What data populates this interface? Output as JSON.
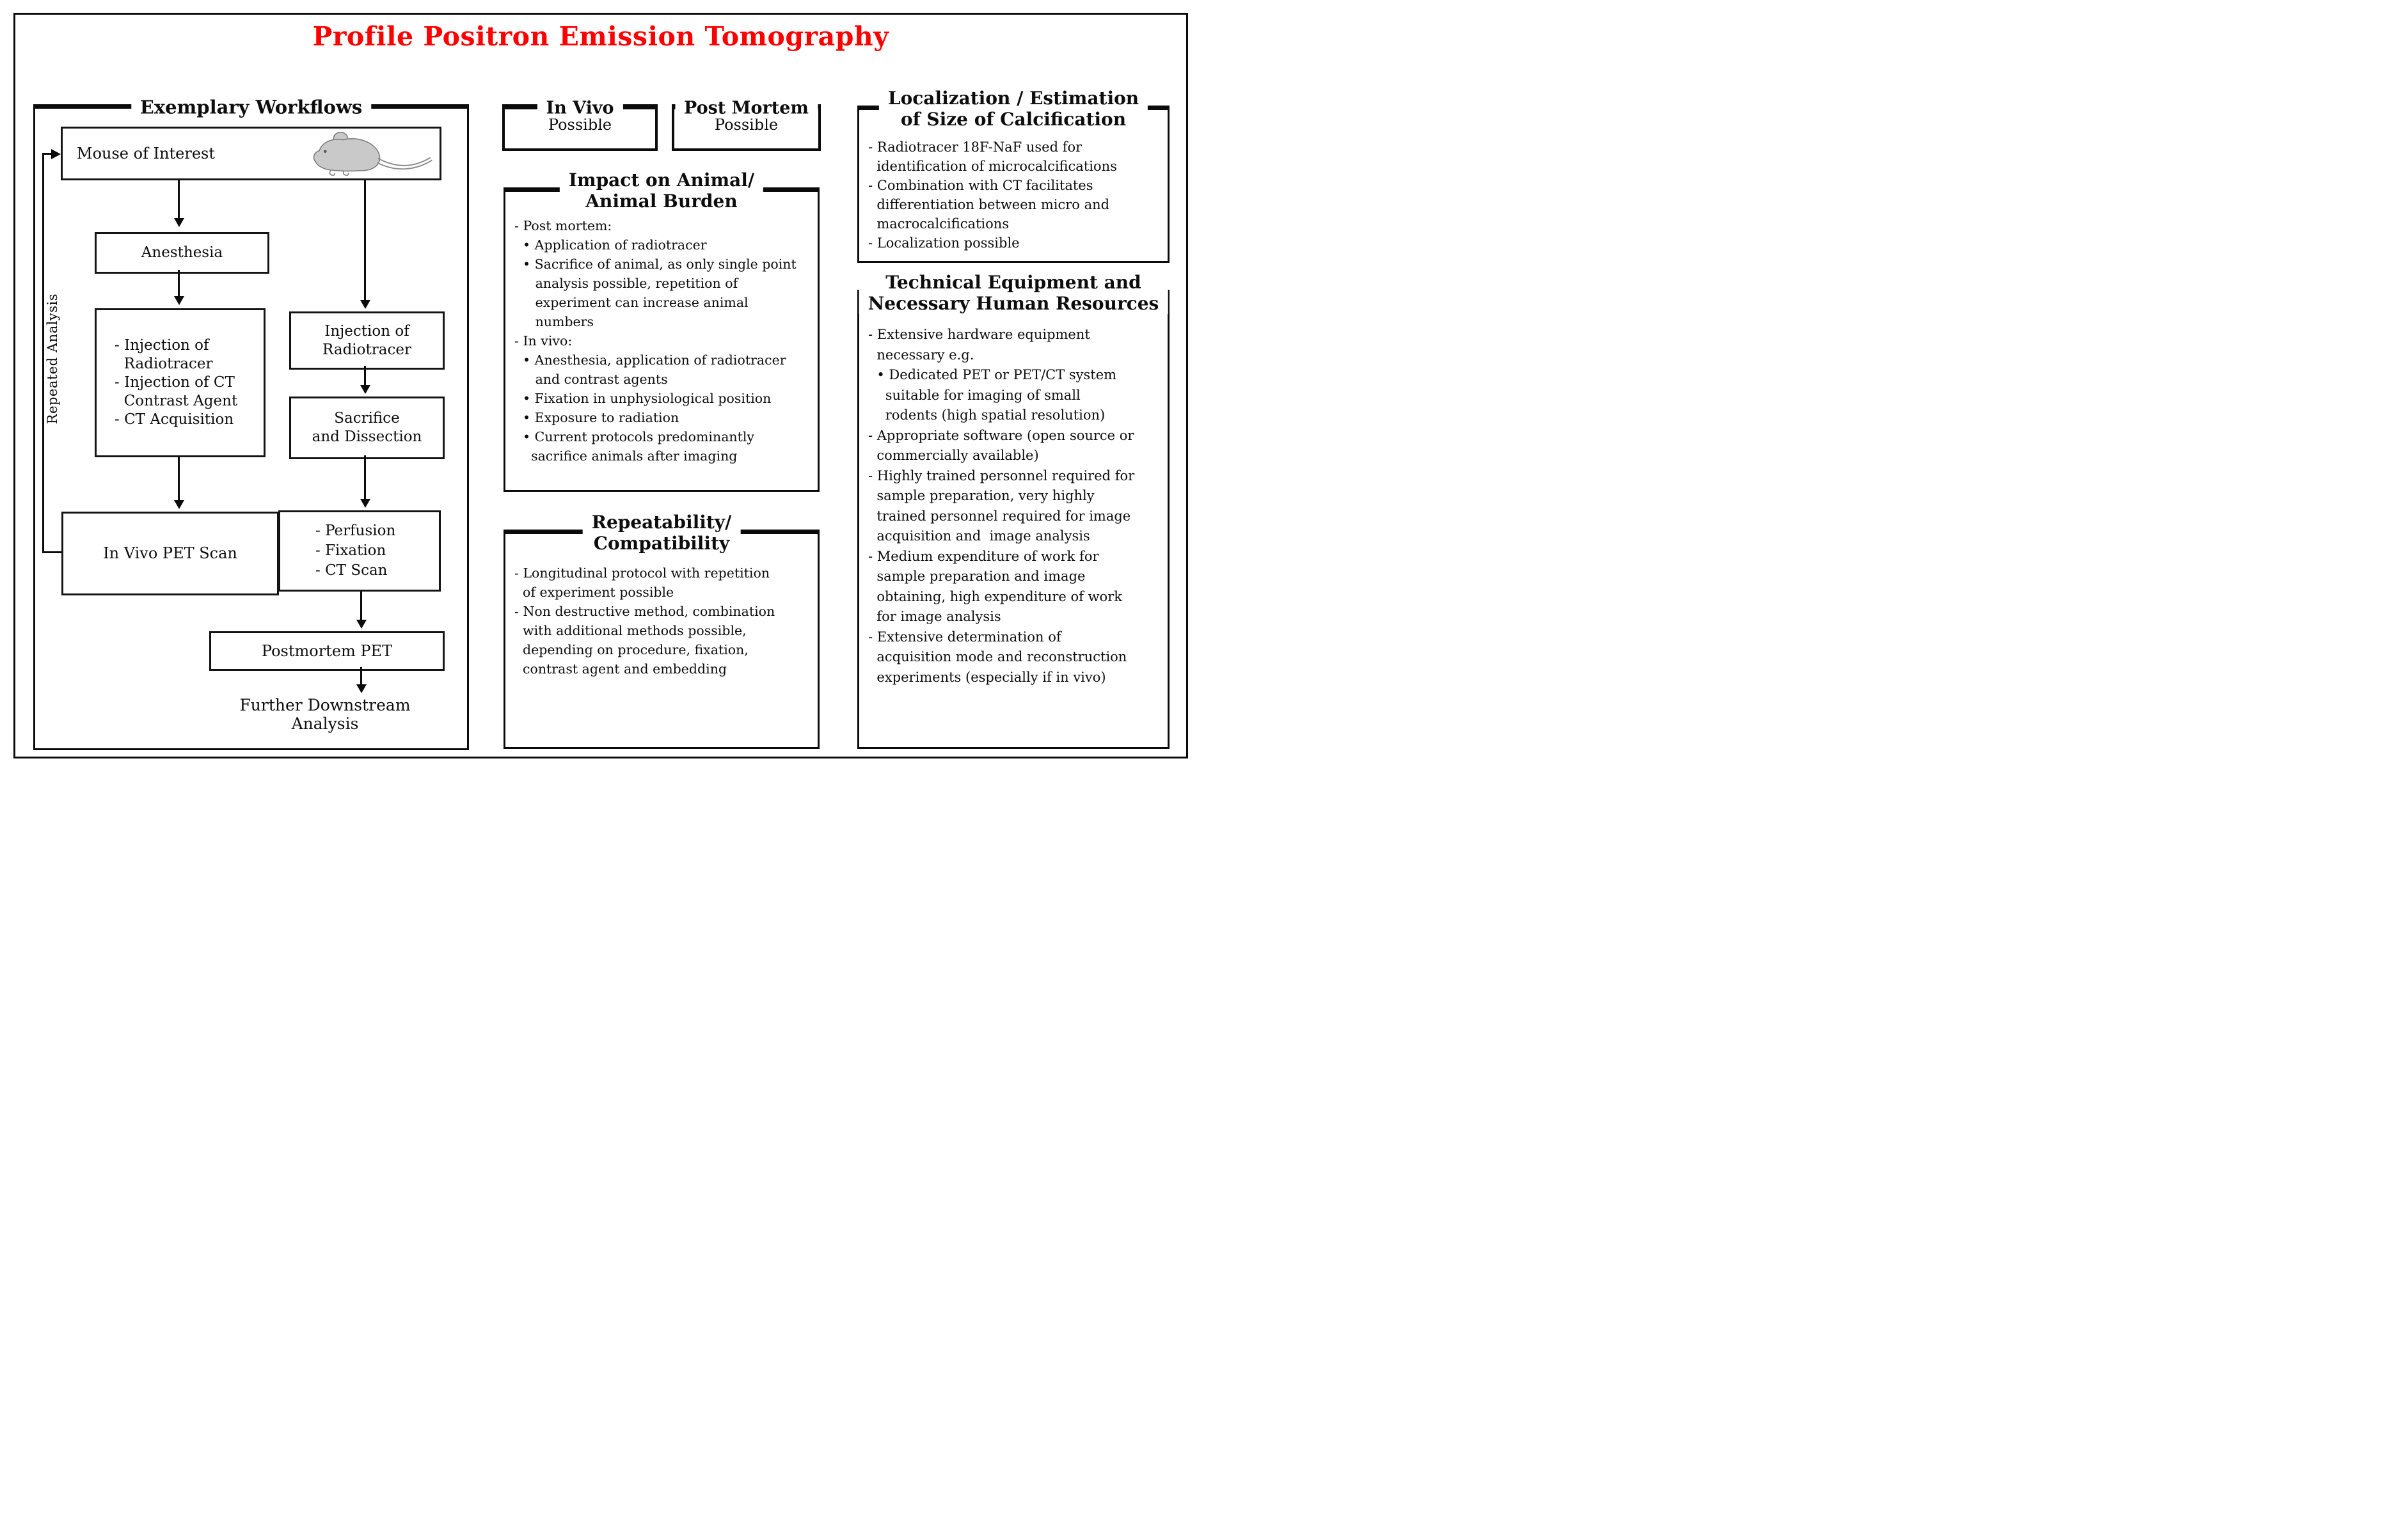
{
  "title": "Profile Positron Emission Tomography",
  "colors": {
    "title_red": "#ff0000",
    "ink": "#0d0d0d",
    "mouse_gray": "#c9c9c9"
  },
  "workflows": {
    "panel_title": "Exemplary Workflows",
    "repeated_analysis": "Repeated Analysis",
    "mouse_box": "Mouse of Interest",
    "anesthesia_box": "Anesthesia",
    "invivo_prep_lines": [
      "- Injection of",
      "  Radiotracer",
      "- Injection of CT",
      "  Contrast Agent",
      "- CT Acquisition"
    ],
    "radiotracer_box_lines": [
      "Injection of",
      "Radiotracer"
    ],
    "sacrifice_box_lines": [
      "Sacrifice",
      "and Dissection"
    ],
    "invivo_pet_box": "In Vivo PET Scan",
    "postmortem_prep_lines": [
      "- Perfusion",
      "- Fixation",
      "- CT Scan"
    ],
    "postmortem_pet_box": "Postmortem PET",
    "downstream_label": "Further Downstream Analysis"
  },
  "feasibility": {
    "in_vivo": {
      "title": "In Vivo",
      "value": "Possible"
    },
    "post_mortem": {
      "title": "Post Mortem",
      "value": "Possible"
    }
  },
  "impact": {
    "title_lines": [
      "Impact on Animal/",
      "Animal Burden"
    ],
    "lines": [
      "- Post mortem:",
      "  • Application of radiotracer",
      "  • Sacrifice of animal, as only single point",
      "     analysis possible, repetition of",
      "     experiment can increase animal",
      "     numbers",
      "- In vivo:",
      "  • Anesthesia, application of radiotracer",
      "     and contrast agents",
      "  • Fixation in unphysiological position",
      "  • Exposure to radiation",
      "  • Current protocols predominantly",
      "    sacrifice animals after imaging"
    ]
  },
  "repeatability": {
    "title_lines": [
      "Repeatability/",
      "Compatibility"
    ],
    "lines": [
      "- Longitudinal protocol with repetition",
      "  of experiment possible",
      "- Non destructive method, combination",
      "  with additional methods possible,",
      "  depending on procedure, fixation,",
      "  contrast agent and embedding"
    ]
  },
  "localization": {
    "title_lines": [
      "Localization / Estimation",
      "of Size of Calcification"
    ],
    "lines": [
      "- Radiotracer 18F-NaF used for",
      "  identification of microcalcifications",
      "- Combination with CT facilitates",
      "  differentiation between micro and",
      "  macrocalcifications",
      "- Localization possible"
    ]
  },
  "technical": {
    "title_lines": [
      "Technical Equipment and",
      "Necessary Human Resources"
    ],
    "lines": [
      "- Extensive hardware equipment",
      "  necessary e.g.",
      "  • Dedicated PET or PET/CT system",
      "    suitable for imaging of small",
      "    rodents (high spatial resolution)",
      "- Appropriate software (open source or",
      "  commercially available)",
      "- Highly trained personnel required for",
      "  sample preparation, very highly",
      "  trained personnel required for image",
      "  acquisition and  image analysis",
      "- Medium expenditure of work for",
      "  sample preparation and image",
      "  obtaining, high expenditure of work",
      "  for image analysis",
      "- Extensive determination of",
      "  acquisition mode and reconstruction",
      "  experiments (especially if in vivo)"
    ]
  }
}
